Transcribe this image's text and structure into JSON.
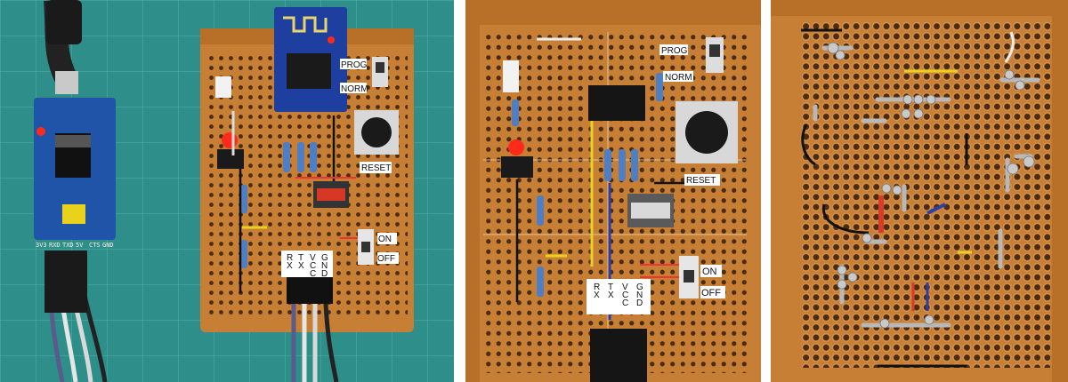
{
  "photos": [
    {
      "id": "assembled-with-usb-adapter",
      "labels": {
        "prog": "PROG",
        "norm": "NORM",
        "reset": "RESET",
        "on": "ON",
        "off": "OFF",
        "pins": [
          "R\nX",
          "T\nX",
          "V\nC\nC",
          "G\nN\nD"
        ]
      },
      "adapter_pins": [
        "3V3",
        "RXD",
        "TXD",
        "5V",
        "CTS",
        "GND"
      ]
    },
    {
      "id": "board-top-view",
      "labels": {
        "prog": "PROG",
        "norm": "NORM",
        "reset": "RESET",
        "on": "ON",
        "off": "OFF",
        "pins": [
          "R\nX",
          "T\nX",
          "V\nC\nC",
          "G\nN\nD"
        ]
      }
    },
    {
      "id": "board-bottom-view",
      "labels": {}
    }
  ],
  "colors": {
    "mat": "#2e8f8a",
    "board": "#c77f35",
    "board_dark": "#a9652a",
    "pad": "#5a3718",
    "adapter": "#1f54a8",
    "esp": "#1e3fa0"
  }
}
